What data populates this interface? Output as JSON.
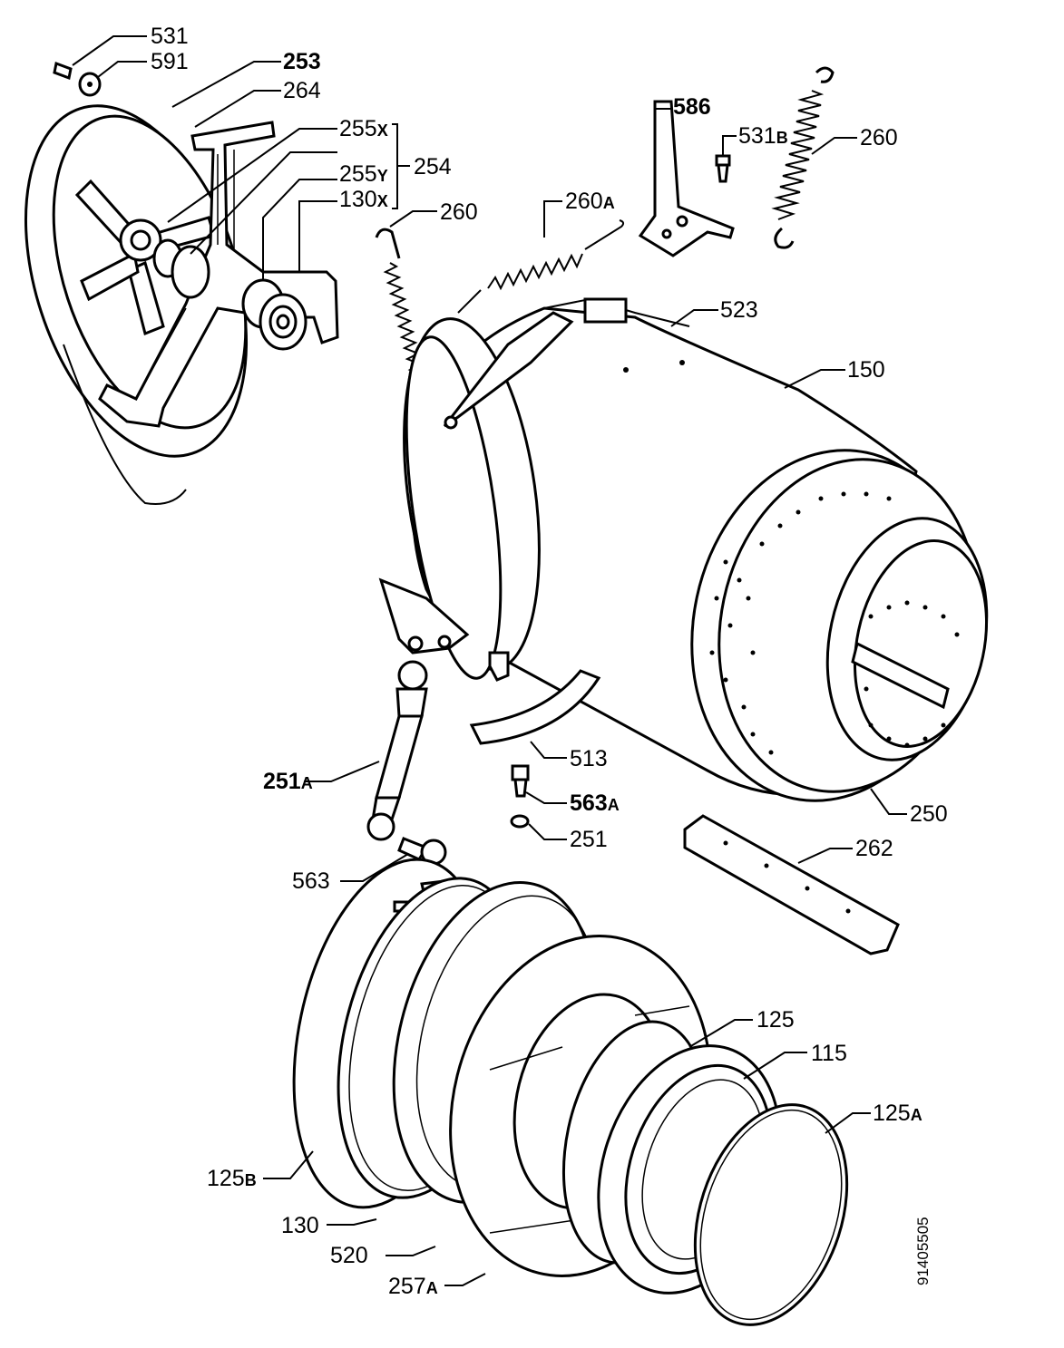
{
  "document_number": "91405505",
  "callouts": {
    "c531": "531",
    "c591": "591",
    "c253": "253",
    "c264": "264",
    "c255x": "255",
    "c255x_suffix": "X",
    "c254": "254",
    "c255y": "255",
    "c255y_suffix": "Y",
    "c130x": "130",
    "c130x_suffix": "X",
    "c586": "586",
    "c531b": "531",
    "c531b_suffix": "B",
    "c260_right": "260",
    "c260_left": "260",
    "c260a": "260",
    "c260a_suffix": "A",
    "c523": "523",
    "c150": "150",
    "c513": "513",
    "c251a": "251",
    "c251a_suffix": "A",
    "c563a": "563",
    "c563a_suffix": "A",
    "c250": "250",
    "c251": "251",
    "c262": "262",
    "c563": "563",
    "c125": "125",
    "c115": "115",
    "c125a": "125",
    "c125a_suffix": "A",
    "c125b": "125",
    "c125b_suffix": "B",
    "c130": "130",
    "c520": "520",
    "c257a": "257",
    "c257a_suffix": "A"
  }
}
